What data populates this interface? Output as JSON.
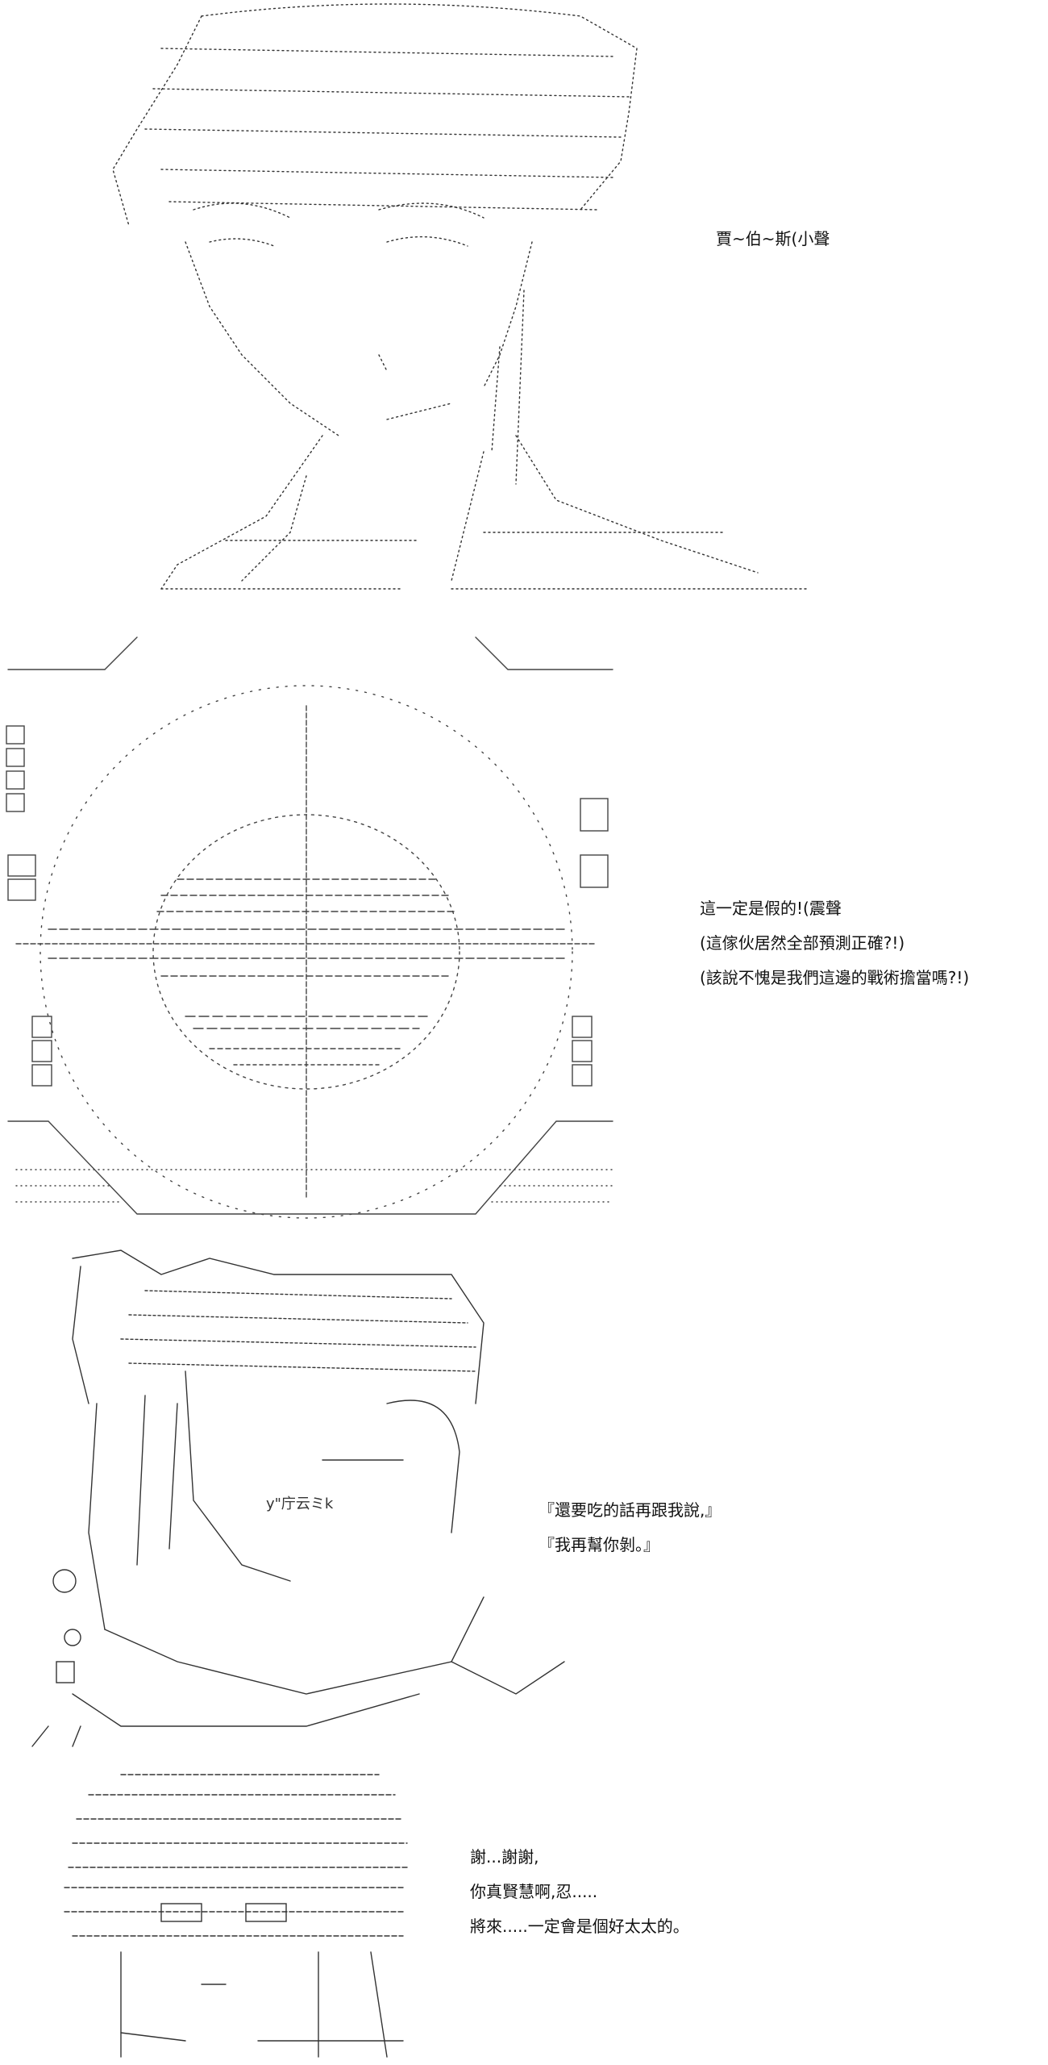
{
  "panel1": {
    "caption": "賈~伯~斯(小聲"
  },
  "panel2": {
    "line1": "這一定是假的!(震聲",
    "line2": "(這傢伙居然全部預測正確?!)",
    "line3": "(該說不愧是我們這邊的戰術擔當嗎?!)"
  },
  "panel3": {
    "line1": "『還要吃的話再跟我說,』",
    "line2": "『我再幫你剝。』",
    "sign_text": "y\"庁云ミk"
  },
  "panel4": {
    "line1": "謝...謝謝,",
    "line2": "你真賢慧啊,忍.....",
    "line3": "將來.....一定會是個好太太的。"
  }
}
